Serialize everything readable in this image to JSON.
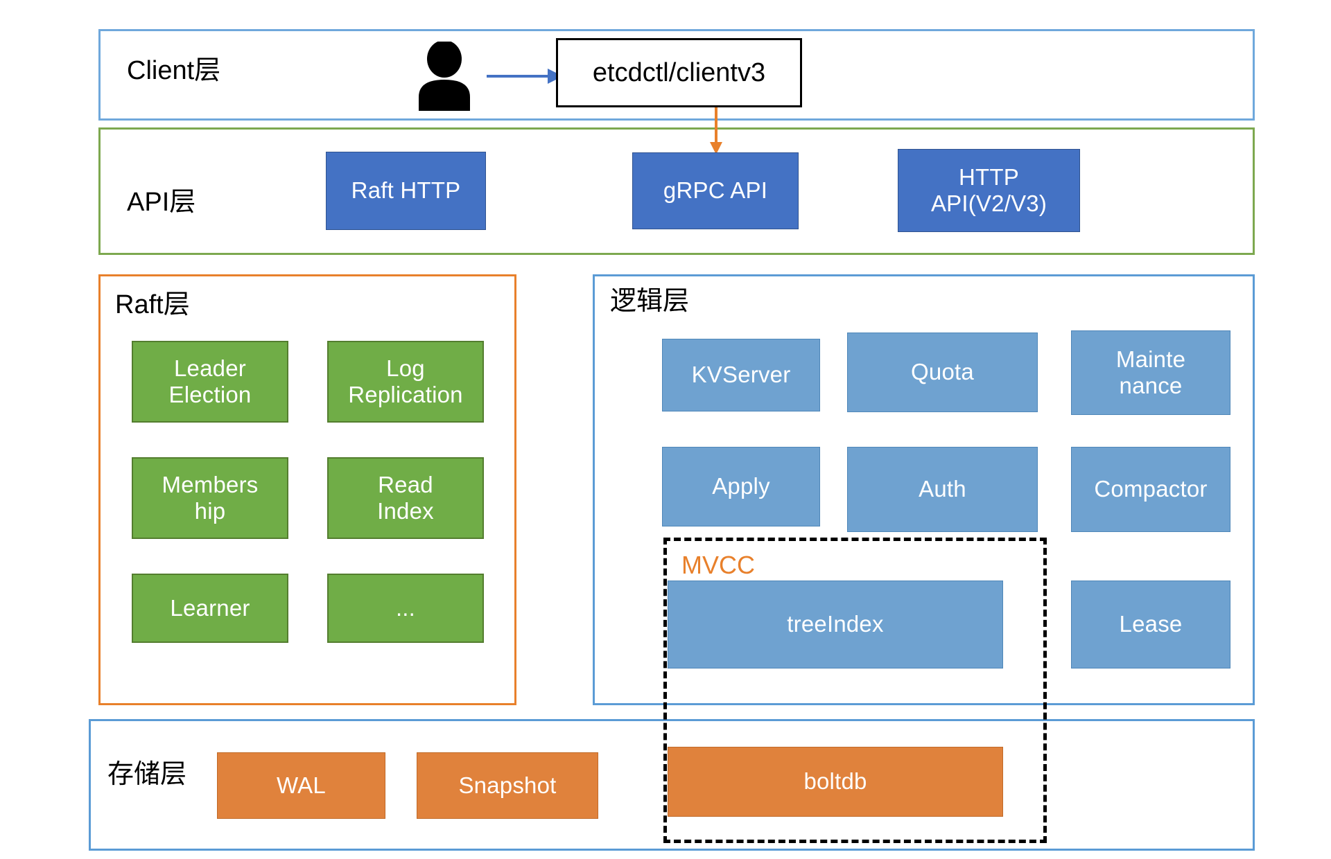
{
  "diagram": {
    "title": "etcd architecture layers",
    "colors": {
      "client_border": "#6FA8DC",
      "api_border": "#7DA84F",
      "raft_border": "#E8802B",
      "logic_border": "#5B9BD5",
      "storage_border": "#5B9BD5",
      "api_box": "#4472C4",
      "raft_box": "#70AD47",
      "logic_box": "#6FA2D0",
      "storage_box": "#E0823C",
      "mvcc_label": "#E8802B",
      "client_arrow": "#4472C4",
      "api_arrow": "#E8802B"
    }
  },
  "client_layer": {
    "title": "Client层",
    "user_icon": "person-icon",
    "arrow": "arrow-right-icon",
    "client_box": "etcdctl/clientv3"
  },
  "api_layer": {
    "title": "API层",
    "boxes": [
      {
        "label": "Raft HTTP"
      },
      {
        "label": "gRPC API"
      },
      {
        "label": "HTTP\nAPI(V2/V3)"
      }
    ],
    "incoming_arrow": "arrow-down-icon"
  },
  "raft_layer": {
    "title": "Raft层",
    "boxes": [
      {
        "label": "Leader\nElection"
      },
      {
        "label": "Log\nReplication"
      },
      {
        "label": "Members\nhip"
      },
      {
        "label": "Read\nIndex"
      },
      {
        "label": "Learner"
      },
      {
        "label": "..."
      }
    ]
  },
  "logic_layer": {
    "title": "逻辑层",
    "boxes": [
      {
        "label": "KVServer"
      },
      {
        "label": "Quota"
      },
      {
        "label": "Mainte\nnance"
      },
      {
        "label": "Apply"
      },
      {
        "label": "Auth"
      },
      {
        "label": "Compactor"
      },
      {
        "label": "treeIndex"
      },
      {
        "label": "Lease"
      }
    ]
  },
  "mvcc_group": {
    "label": "MVCC",
    "members": [
      "treeIndex",
      "boltdb"
    ]
  },
  "storage_layer": {
    "title": "存储层",
    "boxes": [
      {
        "label": "WAL"
      },
      {
        "label": "Snapshot"
      },
      {
        "label": "boltdb"
      }
    ]
  }
}
